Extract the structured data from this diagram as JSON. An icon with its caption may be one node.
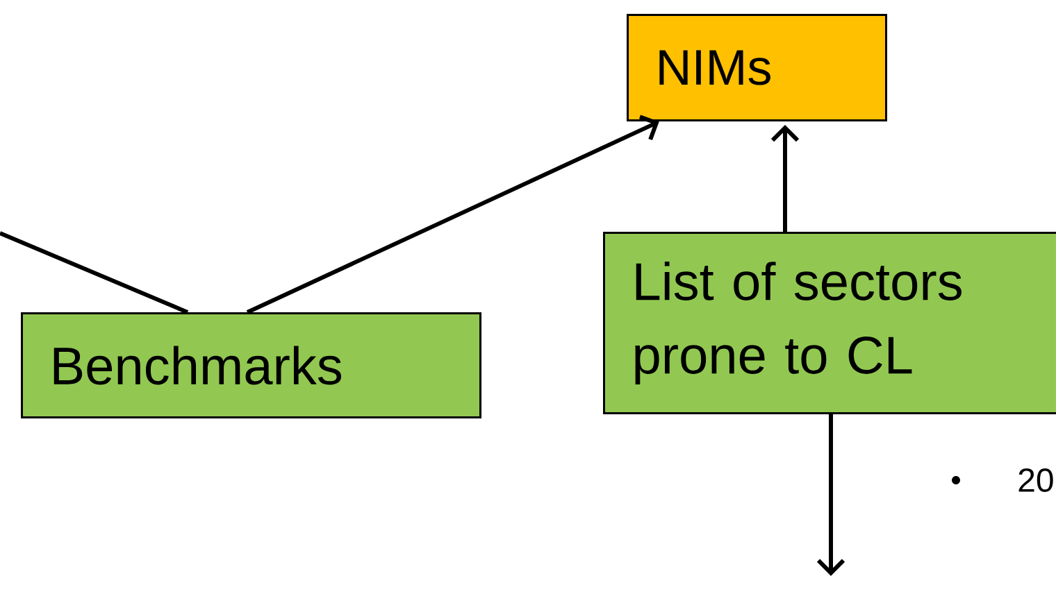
{
  "diagram": {
    "nodes": [
      {
        "text": [
          "NIMs"
        ]
      },
      {
        "text": [
          "Benchmarks"
        ]
      },
      {
        "text": [
          "List of sectors prone to CL"
        ]
      }
    ],
    "edges": [
      {
        "from": null,
        "to": 1,
        "arrow": "none"
      },
      {
        "from": 1,
        "to": 0,
        "arrow": "to"
      },
      {
        "from": 2,
        "to": 0,
        "arrow": "to"
      },
      {
        "from": 2,
        "to": null,
        "arrow": "to"
      }
    ],
    "labels": [
      "20"
    ]
  }
}
